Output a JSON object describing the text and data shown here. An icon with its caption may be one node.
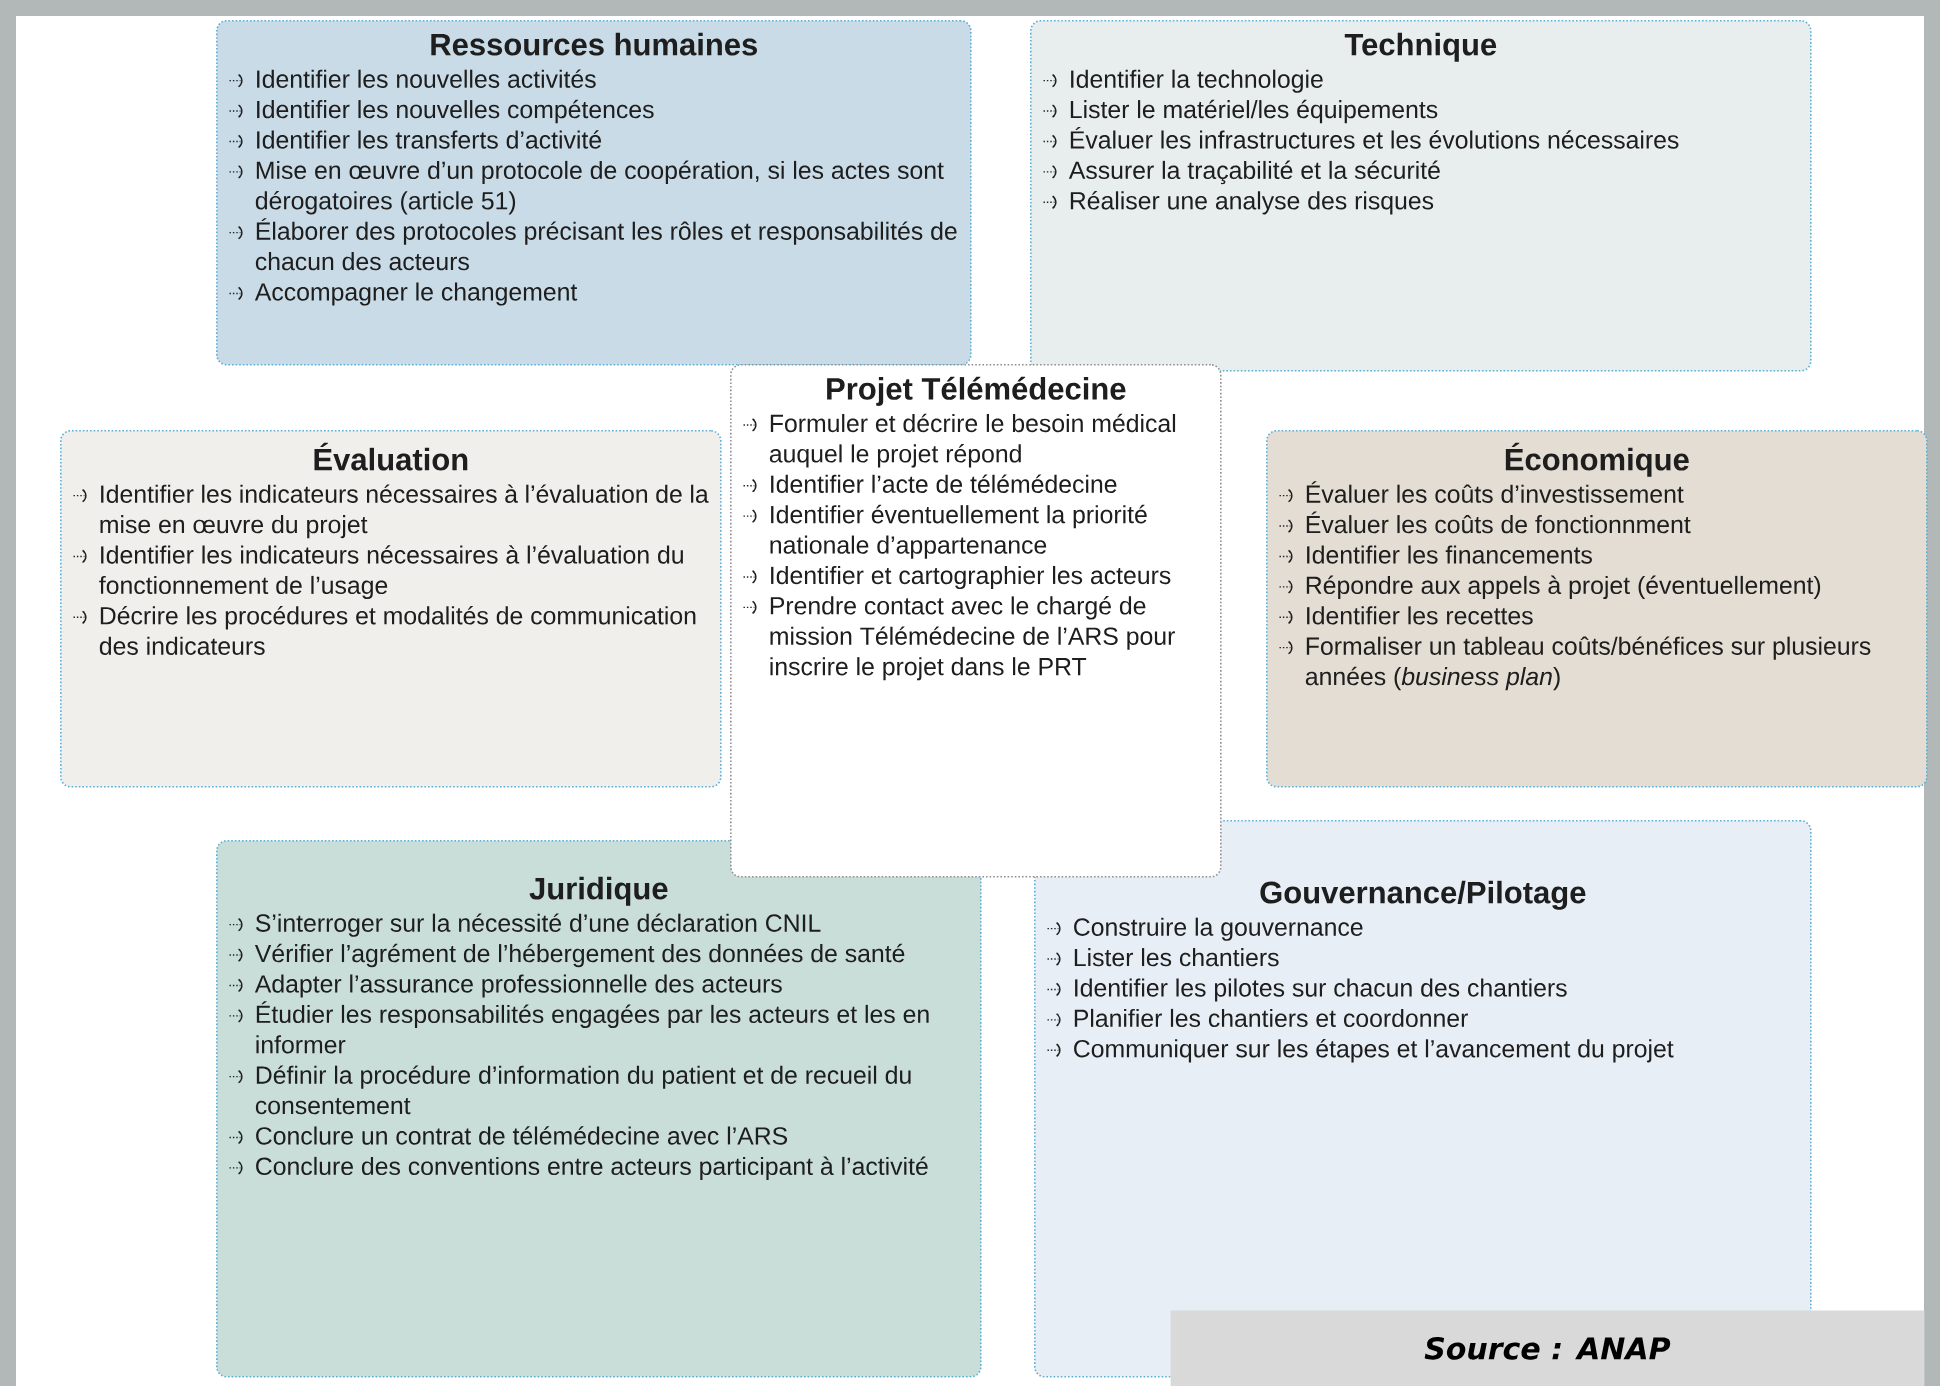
{
  "diagram": {
    "nodes": [
      {
        "text": [
          "Ressources humaines",
          "Identifier les nouvelles activités",
          "Identifier les nouvelles compétences",
          "Identifier les transferts d’activité",
          "Mise en œuvre d’un protocole de coopération, si les actes sont dérogatoires (article 51)",
          "Élaborer des protocoles précisant les rôles et responsabilités de chacun des acteurs",
          "Accompagner le changement"
        ]
      },
      {
        "text": [
          "Technique",
          "Identifier la technologie",
          "Lister le matériel/les équipements",
          "Évaluer les infrastructures et les évolutions nécessaires",
          "Assurer la traçabilité et la sécurité",
          "Réaliser une analyse des risques"
        ]
      },
      {
        "text": [
          "Évaluation",
          "Identifier les indicateurs nécessaires à l’évaluation de la mise en œuvre du projet",
          "Identifier les indicateurs nécessaires à l’évaluation du fonctionnement de l’usage",
          "Décrire les procédures et modalités de communication des indicateurs"
        ]
      },
      {
        "text": [
          "Projet Télémédecine",
          "Formuler et décrire le besoin médical auquel le projet répond",
          "Identifier l’acte de télémédecine",
          "Identifier éventuellement la priorité nationale d’appartenance",
          "Identifier et cartographier les acteurs",
          "Prendre contact avec le chargé de mission Télémédecine de l’ARS pour inscrire le projet dans le PRT"
        ]
      },
      {
        "text": [
          "Économique",
          "Évaluer les coûts d’investissement",
          "Évaluer les coûts de fonctionnment",
          "Identifier les financements",
          "Répondre aux appels à projet (éventuellement)",
          "Identifier les recettes",
          "Formaliser un tableau coûts/bénéfices sur plusieurs années (*business plan*)"
        ]
      },
      {
        "text": [
          "Juridique",
          "S’interroger sur la nécessité d’une déclaration CNIL",
          "Vérifier l’agrément de l’hébergement des données de santé",
          "Adapter l’assurance professionnelle des acteurs",
          "Étudier les responsabilités engagées par les acteurs et les en informer",
          "Définir la procédure d’information du patient et de recueil du consentement",
          "Conclure un contrat de télémédecine avec l’ARS",
          "Conclure des conventions entre acteurs participant à l’activité"
        ]
      },
      {
        "text": [
          "Gouvernance/Pilotage",
          "Construire la gouvernance",
          "Lister les chantiers",
          "Identifier les pilotes sur chacun des chantiers",
          "Planifier les chantiers et coordonner",
          "Communiquer sur les étapes et l’avancement du projet"
        ]
      }
    ],
    "labels": [
      "Source : ANAP"
    ]
  }
}
